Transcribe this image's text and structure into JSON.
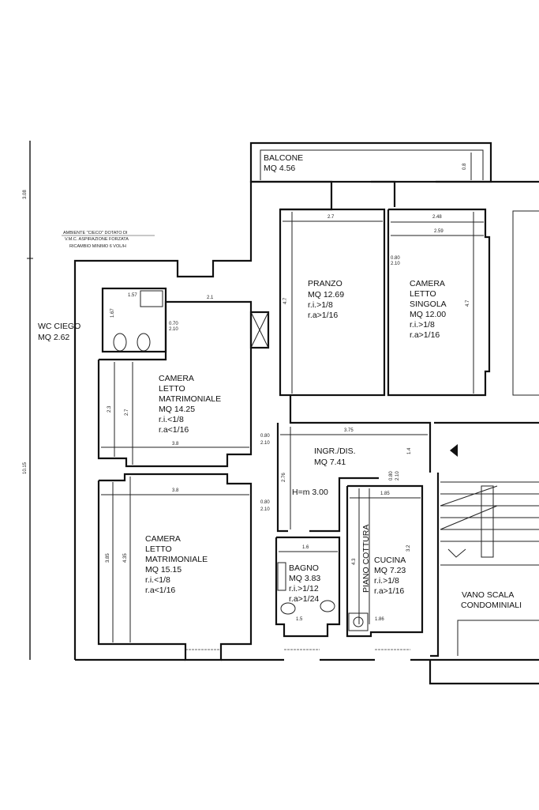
{
  "rooms": {
    "balcone": {
      "name": "BALCONE",
      "area": "MQ 4.56"
    },
    "wc": {
      "name": "WC CIEGO",
      "area": "MQ 2.62"
    },
    "pranzo": {
      "name": "PRANZO",
      "area": "MQ 12.69",
      "ri": "r.i.>1/8",
      "ra": "r.a>1/16"
    },
    "singola": {
      "line1": "CAMERA",
      "line2": "LETTO",
      "line3": "SINGOLA",
      "area": "MQ 12.00",
      "ri": "r.i.>1/8",
      "ra": "r.a>1/16"
    },
    "matr1": {
      "line1": "CAMERA",
      "line2": "LETTO",
      "line3": "MATRIMONIALE",
      "area": "MQ 14.25",
      "ri": "r.i.<1/8",
      "ra": "r.a<1/16"
    },
    "matr2": {
      "line1": "CAMERA",
      "line2": "LETTO",
      "line3": "MATRIMONIALE",
      "area": "MQ 15.15",
      "ri": "r.i.<1/8",
      "ra": "r.a<1/16"
    },
    "ingresso": {
      "name": "INGR./DIS.",
      "area": "MQ 7.41",
      "height": "H=m 3.00"
    },
    "bagno": {
      "name": "BAGNO",
      "area": "MQ 3.83",
      "ri": "r.i.>1/12",
      "ra": "r.a>1/24"
    },
    "cucina": {
      "name": "CUCINA",
      "area": "MQ 7.23",
      "ri": "r.i.>1/8",
      "ra": "r.a>1/16",
      "cooktop": "PIANO COTTURA"
    },
    "scala": {
      "line1": "VANO SCALA",
      "line2": "CONDOMINIALI"
    }
  },
  "note": {
    "line1": "AMBIENTE \"CIECO\" DOTATO DI",
    "line2": "V.M.C. ASPIRAZIONE FORZATA",
    "line3": "RICAMBIO MINIMO 6 VOL/H"
  },
  "dimensions": {
    "overall_top": "3.08",
    "overall_main": "10.15",
    "pranzo_w": "2.7",
    "singola_w1": "2.48",
    "singola_w2": "2.59",
    "pranzo_h": "4.7",
    "singola_h": "4.7",
    "door_pranzo": "0.80",
    "door_pranzo_h": "2.10",
    "wc_door": "0.70",
    "wc_door_h": "2.10",
    "wc_w": "1.57",
    "wc_h": "1.67",
    "corr_w": "2.1",
    "matr1_w": "3.8",
    "matr1_h1": "2.3",
    "matr1_h2": "2.7",
    "door_m1": "0.80",
    "door_m1_h": "2.10",
    "matr2_w": "3.8",
    "matr2_h1": "3.85",
    "matr2_h2": "4.35",
    "door_m2": "0.80",
    "door_m2_h": "2.10",
    "ingr_w": "3.75",
    "ingr_h": "2.76",
    "ingr_h2": "1.4",
    "door_cucina": "0.80",
    "door_cucina_h": "2.10",
    "cucina_w": "1.85",
    "cucina_w2": "1.86",
    "cucina_h": "3.2",
    "cucina_h2": "4.3",
    "bagno_w": "1.6",
    "bagno_w2": "1.5",
    "balcone_h": "0.8"
  }
}
